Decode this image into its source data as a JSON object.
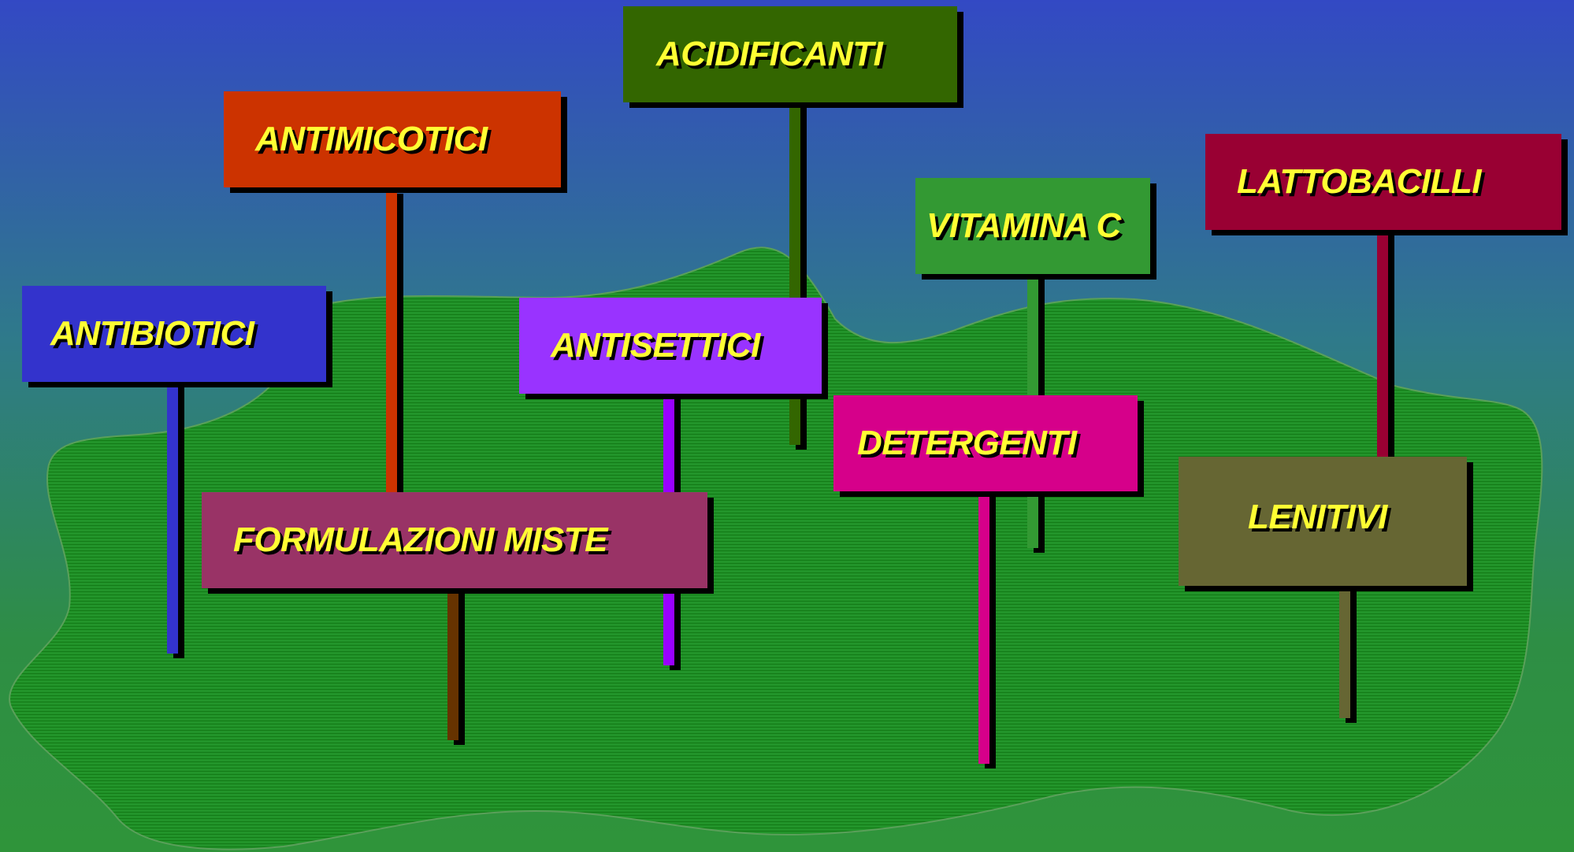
{
  "signs": [
    {
      "label": "ACIDIFICANTI",
      "color": "#336600",
      "pole_color": "#336600"
    },
    {
      "label": "ANTIMICOTICI",
      "color": "#cc3300",
      "pole_color": "#cc3300"
    },
    {
      "label": "VITAMINA C",
      "color": "#339933",
      "pole_color": "#339933"
    },
    {
      "label": "LATTOBACILLI",
      "color": "#990033",
      "pole_color": "#990033"
    },
    {
      "label": "ANTIBIOTICI",
      "color": "#3333cc",
      "pole_color": "#3333cc"
    },
    {
      "label": "ANTISETTICI",
      "color": "#9933ff",
      "pole_color": "#9900ff"
    },
    {
      "label": "DETERGENTI",
      "color": "#d6008a",
      "pole_color": "#d6008a"
    },
    {
      "label": "FORMULAZIONI MISTE",
      "color": "#993366",
      "pole_color": "#663300"
    },
    {
      "label": "LENITIVI",
      "color": "#666633",
      "pole_color": "#666633"
    }
  ],
  "colors": {
    "sky_top": "#3349c4",
    "ground": "#2e8e45",
    "meadow": "#1f8f1f",
    "label_text": "#ffff33"
  }
}
